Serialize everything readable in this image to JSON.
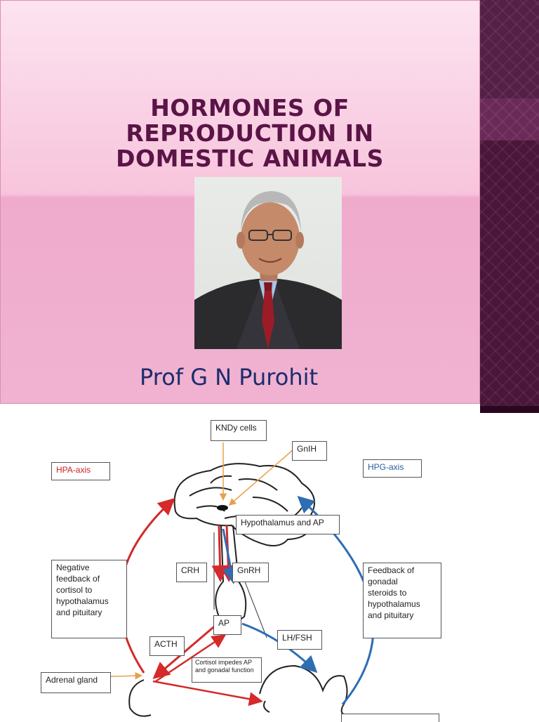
{
  "slide": {
    "title_lines": [
      "HORMONES OF",
      "REPRODUCTION IN",
      "DOMESTIC ANIMALS"
    ],
    "author": "Prof G N Purohit"
  },
  "diagram": {
    "labels": {
      "kndy": "KNDy cells",
      "gnih": "GnIH",
      "hpa_axis": "HPA-axis",
      "hpg_axis": "HPG-axis",
      "hypothalamus": "Hypothalamus and AP",
      "crh": "CRH",
      "gnrh": "GnRH",
      "negative_feedback": [
        "Negative",
        "feedback of",
        "cortisol to",
        "hypothalamus",
        "and pituitary"
      ],
      "gonadal_feedback": [
        "Feedback of",
        "gonadal",
        "steroids to",
        "hypothalamus",
        "and pituitary"
      ],
      "ap": "AP",
      "lh_fsh": "LH/FSH",
      "acth": "ACTH",
      "cortisol_note": [
        "Cortisol impedes AP",
        "and gonadal function"
      ],
      "adrenal": "Adrenal gland"
    },
    "colors": {
      "red": "#d42a2a",
      "blue": "#2e6db4",
      "orange": "#e8a04a"
    }
  }
}
